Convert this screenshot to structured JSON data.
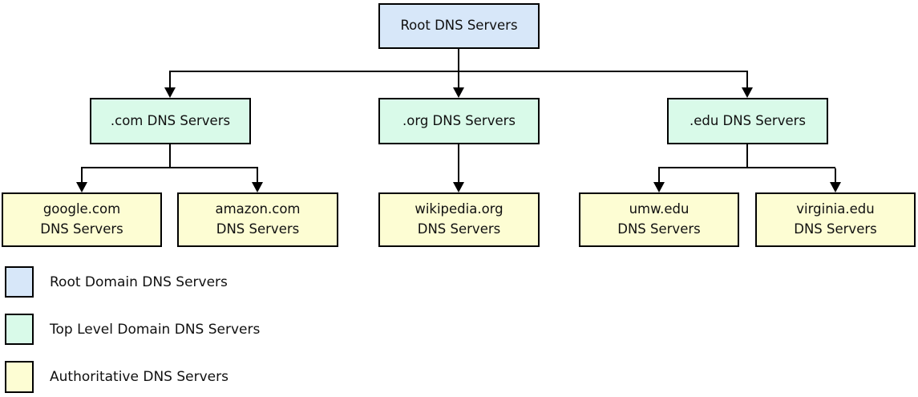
{
  "colors": {
    "background": "#ffffff",
    "border": "#000000",
    "line": "#000000",
    "root_fill": "#d7e7f9",
    "tld_fill": "#d9fae9",
    "authoritative_fill": "#fdfdd3"
  },
  "nodes": {
    "root": {
      "label": "Root DNS Servers"
    },
    "tld": [
      {
        "id": "com",
        "label": ".com DNS Servers"
      },
      {
        "id": "org",
        "label": ".org DNS Servers"
      },
      {
        "id": "edu",
        "label": ".edu DNS Servers"
      }
    ],
    "authoritative": [
      {
        "id": "google",
        "parent": "com",
        "line1": "google.com",
        "line2": "DNS Servers"
      },
      {
        "id": "amazon",
        "parent": "com",
        "line1": "amazon.com",
        "line2": "DNS Servers"
      },
      {
        "id": "wikipedia",
        "parent": "org",
        "line1": "wikipedia.org",
        "line2": "DNS Servers"
      },
      {
        "id": "umw",
        "parent": "edu",
        "line1": "umw.edu",
        "line2": "DNS Servers"
      },
      {
        "id": "virginia",
        "parent": "edu",
        "line1": "virginia.edu",
        "line2": "DNS Servers"
      }
    ]
  },
  "legend": {
    "items": [
      {
        "label": "Root Domain DNS Servers",
        "swatch_color": "#d7e7f9"
      },
      {
        "label": "Top Level Domain DNS Servers",
        "swatch_color": "#d9fae9"
      },
      {
        "label": "Authoritative DNS Servers",
        "swatch_color": "#fdfdd3"
      }
    ]
  }
}
